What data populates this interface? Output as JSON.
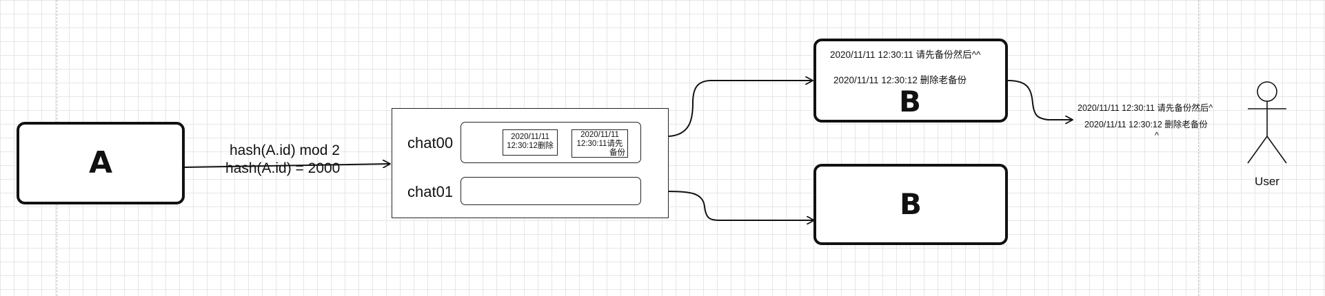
{
  "producer": {
    "label": "A"
  },
  "routing": {
    "line1": "hash(A.id) mod 2",
    "line2": "hash(A.id) = 2000"
  },
  "queue": {
    "partitions": [
      {
        "label": "chat00",
        "messages": [
          {
            "time": "2020/11/11",
            "text": "12:30:12删除"
          },
          {
            "time": "2020/11/11",
            "text": "12:30:11请先",
            "extra": "备份"
          }
        ]
      },
      {
        "label": "chat01",
        "messages": []
      }
    ]
  },
  "consumers": [
    {
      "label": "B",
      "logs": [
        "2020/11/11 12:30:11 请先备份然后^^",
        "2020/11/11 12:30:12 删除老备份"
      ]
    },
    {
      "label": "B",
      "logs": []
    }
  ],
  "user": {
    "label": "User",
    "received": [
      "2020/11/11 12:30:11 请先备份然后^",
      "2020/11/11 12:30:12 删除老备份",
      "^"
    ]
  }
}
